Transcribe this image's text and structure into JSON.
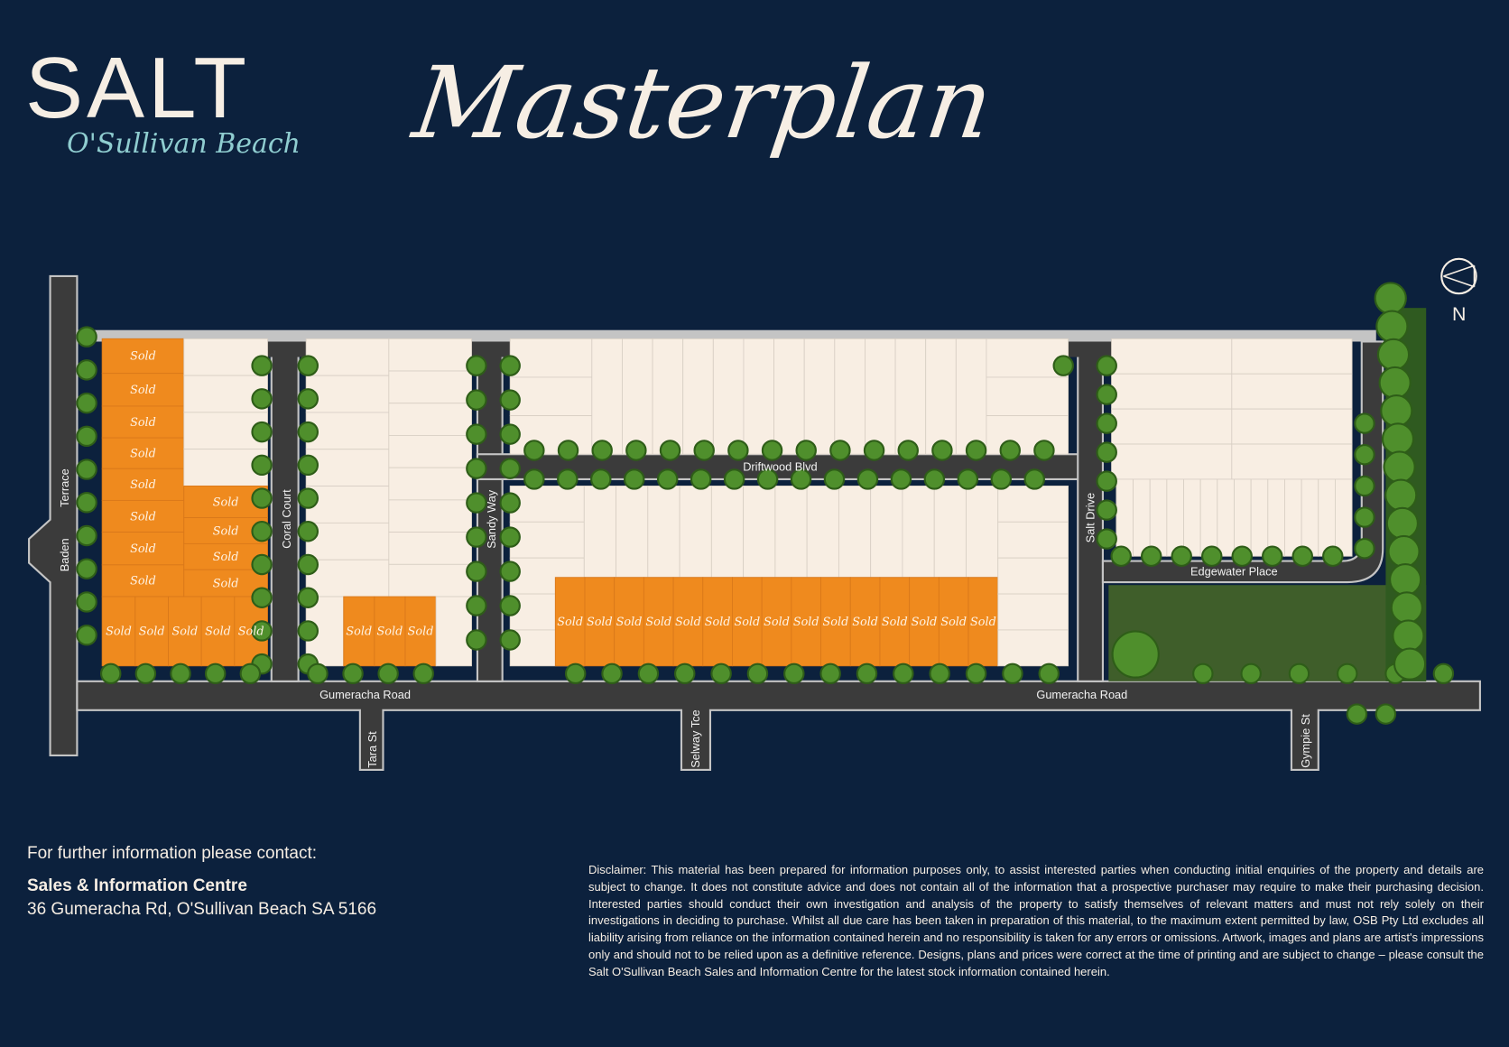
{
  "header": {
    "logo_main": "SALT",
    "logo_sub": "O'Sullivan Beach",
    "title": "Masterplan"
  },
  "map": {
    "sold_label": "Sold",
    "north_label": "N",
    "roads": {
      "baden_terrace_1": "Terrace",
      "baden_terrace_2": "Baden",
      "coral_court": "Coral Court",
      "sandy_way": "Sandy Way",
      "driftwood_blvd": "Driftwood Blvd",
      "salt_drive": "Salt Drive",
      "edgewater_place": "Edgewater Place",
      "gumeracha_road_west": "Gumeracha Road",
      "gumeracha_road_east": "Gumeracha Road",
      "tara_st": "Tara St",
      "selway_tce": "Selway Tce",
      "gympie_st": "Gympie St"
    },
    "colors": {
      "sold": "#ef8a1e",
      "available": "#f8eee3",
      "road": "#3b3b3b",
      "kerb": "#c4c4c4",
      "park": "#3f5e2a",
      "tree": "#4f8f2c"
    }
  },
  "contact": {
    "lead": "For further information please contact:",
    "name": "Sales & Information Centre",
    "address": "36 Gumeracha Rd, O'Sullivan Beach SA 5166"
  },
  "disclaimer": "Disclaimer: This material has been prepared for information purposes only, to assist interested parties when conducting initial enquiries of the property and details are subject to change. It does not constitute advice and does not contain all of the information that a prospective purchaser may require to make their purchasing decision. Interested parties should conduct their own investigation and analysis of the property to satisfy themselves of relevant matters and must not rely solely on their investigations in deciding to purchase. Whilst all due care has been taken in preparation of this material, to the maximum extent permitted by law, OSB Pty Ltd excludes all liability arising from reliance on the information contained herein and no responsibility is taken for any errors or omissions. Artwork, images and plans are artist's impressions only and should not to be relied upon as a definitive reference. Designs, plans and prices were correct at the time of printing and are subject to change – please consult the Salt O'Sullivan Beach Sales and Information Centre for the latest stock information contained herein."
}
